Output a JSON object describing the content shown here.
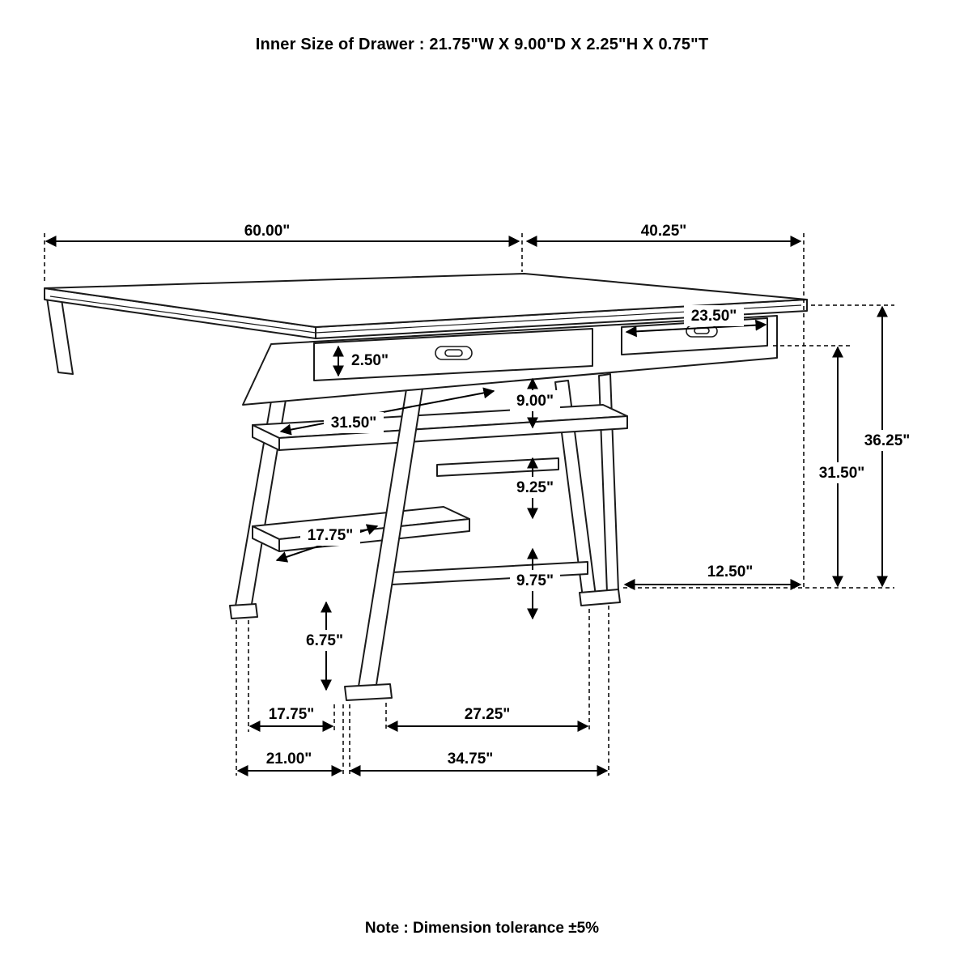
{
  "title": "Inner Size of Drawer : 21.75\"W X 9.00\"D X 2.25\"H X 0.75\"T",
  "note": "Note : Dimension tolerance ±5%",
  "dimensions": {
    "top_length": "60.00\"",
    "top_depth": "40.25\"",
    "right_drawer_width": "23.50\"",
    "drawer_front_height": "2.50\"",
    "apron_to_upper_shelf": "9.00\"",
    "upper_shelf_length": "31.50\"",
    "shelf_spacing": "9.25\"",
    "lower_shelf_length": "17.75\"",
    "lower_shelf_to_stretcher": "9.75\"",
    "right_leg_inset": "12.50\"",
    "front_leg_bottom_section": "6.75\"",
    "left_feet_inner_span": "17.75\"",
    "front_feet_inner_span": "27.25\"",
    "left_feet_outer_span": "21.00\"",
    "front_feet_outer_span": "34.75\"",
    "overall_height": "36.25\"",
    "floor_to_apron_height": "31.50\""
  }
}
